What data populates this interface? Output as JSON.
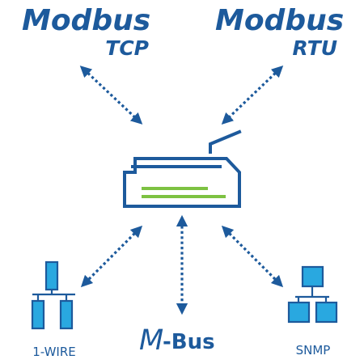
{
  "colors": {
    "primary": "#1d5a9c",
    "accent": "#29a8e0",
    "led": "#7dc242",
    "background": "#ffffff"
  },
  "nodes": {
    "modbus_tcp": {
      "title": "Modbus",
      "subtitle": "TCP"
    },
    "modbus_rtu": {
      "title": "Modbus",
      "subtitle": "RTU"
    },
    "one_wire": {
      "label": "1-WIRE",
      "icon": "sensor-tree-icon"
    },
    "mbus": {
      "label_prefix": "M",
      "label_suffix": "-Bus",
      "icon": "mbus-logo-icon"
    },
    "snmp": {
      "label": "SNMP",
      "icon": "network-tree-icon"
    }
  },
  "hub": {
    "icon": "gateway-device-icon"
  }
}
